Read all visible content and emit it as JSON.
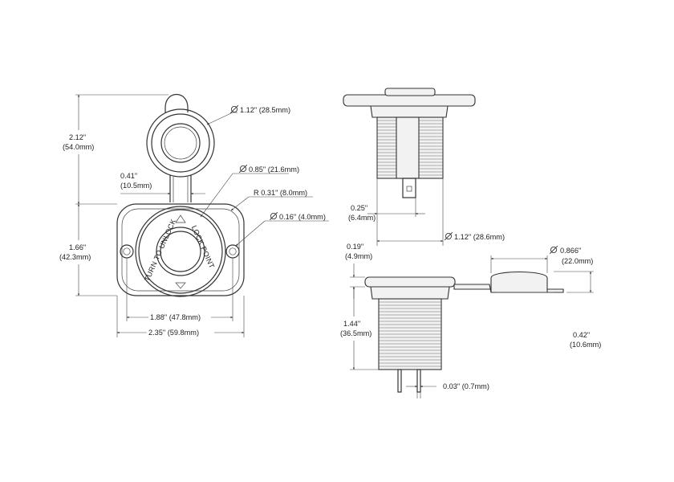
{
  "front_view": {
    "overall_height": "2.12\"",
    "overall_height_mm": "(54.0mm)",
    "cap_diameter": "1.12\" (28.5mm)",
    "tab_width": "0.41\"",
    "tab_width_mm": "(10.5mm)",
    "face_diameter": "0.85\" (21.6mm)",
    "corner_radius": "R 0.31\" (8.0mm)",
    "hole_diameter": "0.16\" (4.0mm)",
    "base_height": "1.66\"",
    "base_height_mm": "(42.3mm)",
    "hole_spacing": "1.88\" (47.8mm)",
    "overall_width": "2.35\" (59.8mm)",
    "ring_text_left": "TURN TO UNLOCK",
    "ring_text_right": "LOCK POINT"
  },
  "top_right_view": {
    "terminal_offset": "0.25\"",
    "terminal_offset_mm": "(6.4mm)",
    "body_diameter": "1.12\" (28.6mm)"
  },
  "bottom_right_view": {
    "flange_thickness": "0.19\"",
    "flange_thickness_mm": "(4.9mm)",
    "cap_diameter": "0.866\"",
    "cap_diameter_mm": "(22.0mm)",
    "body_length": "1.44\"",
    "body_length_mm": "(36.5mm)",
    "cap_height": "0.42\"",
    "cap_height_mm": "(10.6mm)",
    "pin_thickness": "0.03\" (0.7mm)"
  },
  "symbols": {
    "diameter_icon": "diameter-symbol"
  }
}
